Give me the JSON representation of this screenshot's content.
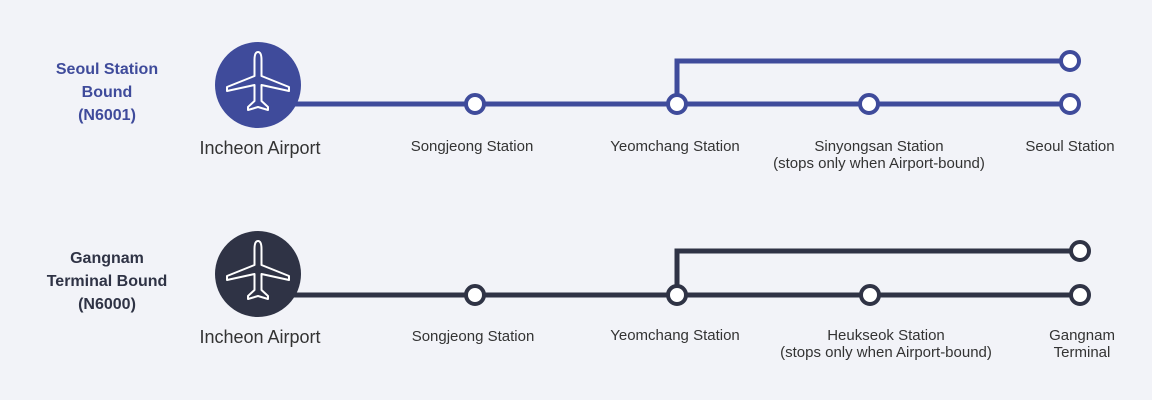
{
  "routes": [
    {
      "id": "N6001",
      "color": "#3f4b9b",
      "label_lines": [
        "Seoul Station",
        "Bound",
        "(N6001)"
      ],
      "origin": "Incheon Airport",
      "stops": {
        "songjeong": "Songjeong Station",
        "yeomchang": "Yeomchang Station",
        "mid_name": "Sinyongsan Station",
        "mid_note": "(stops only when Airport-bound)",
        "terminal_lines": [
          "Seoul Station"
        ]
      }
    },
    {
      "id": "N6000",
      "color": "#2f3345",
      "label_lines": [
        "Gangnam",
        "Terminal Bound",
        "(N6000)"
      ],
      "origin": "Incheon Airport",
      "stops": {
        "songjeong": "Songjeong Station",
        "yeomchang": "Yeomchang Station",
        "mid_name": "Heukseok Station",
        "mid_note": "(stops only when Airport-bound)",
        "terminal_lines": [
          "Gangnam",
          "Terminal"
        ]
      }
    }
  ],
  "icons": {
    "origin_icon": "airplane-icon",
    "stop_icon": "station-circle-icon"
  }
}
